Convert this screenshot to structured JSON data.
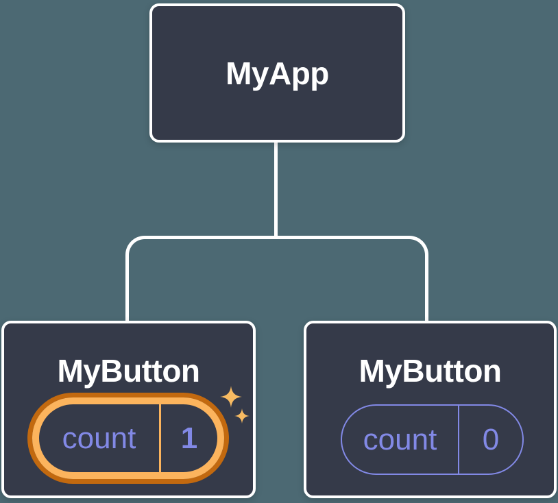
{
  "colors": {
    "background": "#4C6973",
    "node_fill": "#353A49",
    "node_border": "#FFFFFF",
    "connector": "#FFFFFF",
    "state_accent": "#8289E6",
    "highlight_ring": "#FCB45D",
    "highlight_ring_outline": "#C2690F",
    "sparkle": "#F8BB62"
  },
  "tree": {
    "root": {
      "label": "MyApp"
    },
    "children": [
      {
        "label": "MyButton",
        "highlighted": true,
        "state": {
          "name": "count",
          "value": "1"
        }
      },
      {
        "label": "MyButton",
        "highlighted": false,
        "state": {
          "name": "count",
          "value": "0"
        }
      }
    ]
  }
}
